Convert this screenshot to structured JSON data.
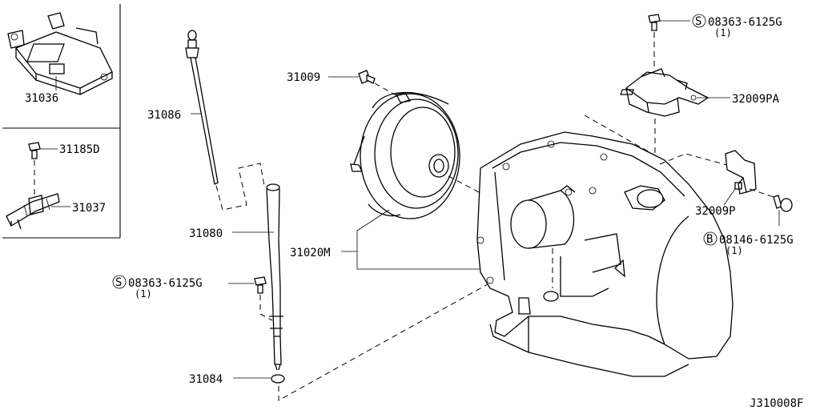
{
  "diagram_code": "J310008F",
  "parts": {
    "p31036": "31036",
    "p31185d": "31185D",
    "p31037": "31037",
    "p31086": "31086",
    "p31080": "31080",
    "p31084": "31084",
    "p31009": "31009",
    "p31020m": "31020M",
    "p32009pa": "32009PA",
    "p32009p": "32009P"
  },
  "fasteners": {
    "bolt_top": {
      "symbol": "S",
      "code": "08363-6125G",
      "qty": "(1)"
    },
    "bolt_left": {
      "symbol": "S",
      "code": "08363-6125G",
      "qty": "(1)"
    },
    "bolt_right": {
      "symbol": "B",
      "code": "08146-6125G",
      "qty": "(1)"
    }
  }
}
